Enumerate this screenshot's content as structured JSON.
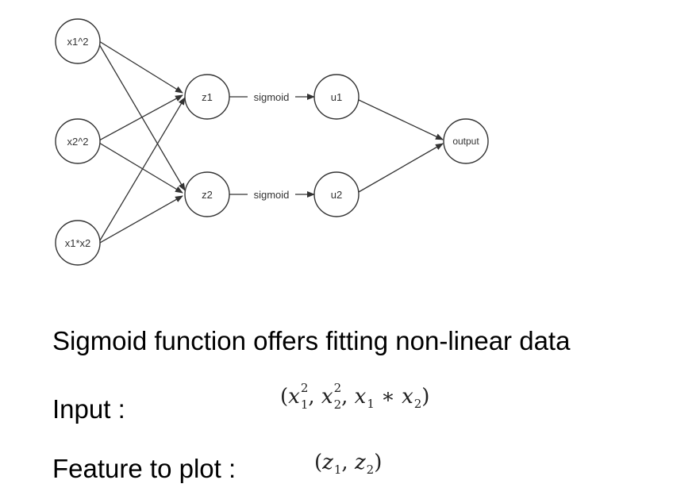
{
  "diagram": {
    "nodes": {
      "x1sq": "x1^2",
      "x2sq": "x2^2",
      "x1x2": "x1*x2",
      "z1": "z1",
      "z2": "z2",
      "u1": "u1",
      "u2": "u2",
      "output": "output"
    },
    "edge_labels": {
      "z1_u1": "sigmoid",
      "z2_u2": "sigmoid"
    }
  },
  "text": {
    "description": "Sigmoid function offers fitting non-linear data",
    "input_label": "Input :",
    "feature_label": "Feature to plot :"
  },
  "math": {
    "input": {
      "open": "(",
      "t1_var": "x",
      "t1_sup": "2",
      "t1_sub": "1",
      "comma1": ", ",
      "t2_var": "x",
      "t2_sup": "2",
      "t2_sub": "2",
      "comma2": ", ",
      "t3_var": "x",
      "t3_sub": "1",
      "op": " ∗ ",
      "t4_var": "x",
      "t4_sub": "2",
      "close": ")"
    },
    "feature": {
      "open": "(",
      "t1_var": "z",
      "t1_sub": "1",
      "comma": ", ",
      "t2_var": "z",
      "t2_sub": "2",
      "close": ")"
    }
  }
}
